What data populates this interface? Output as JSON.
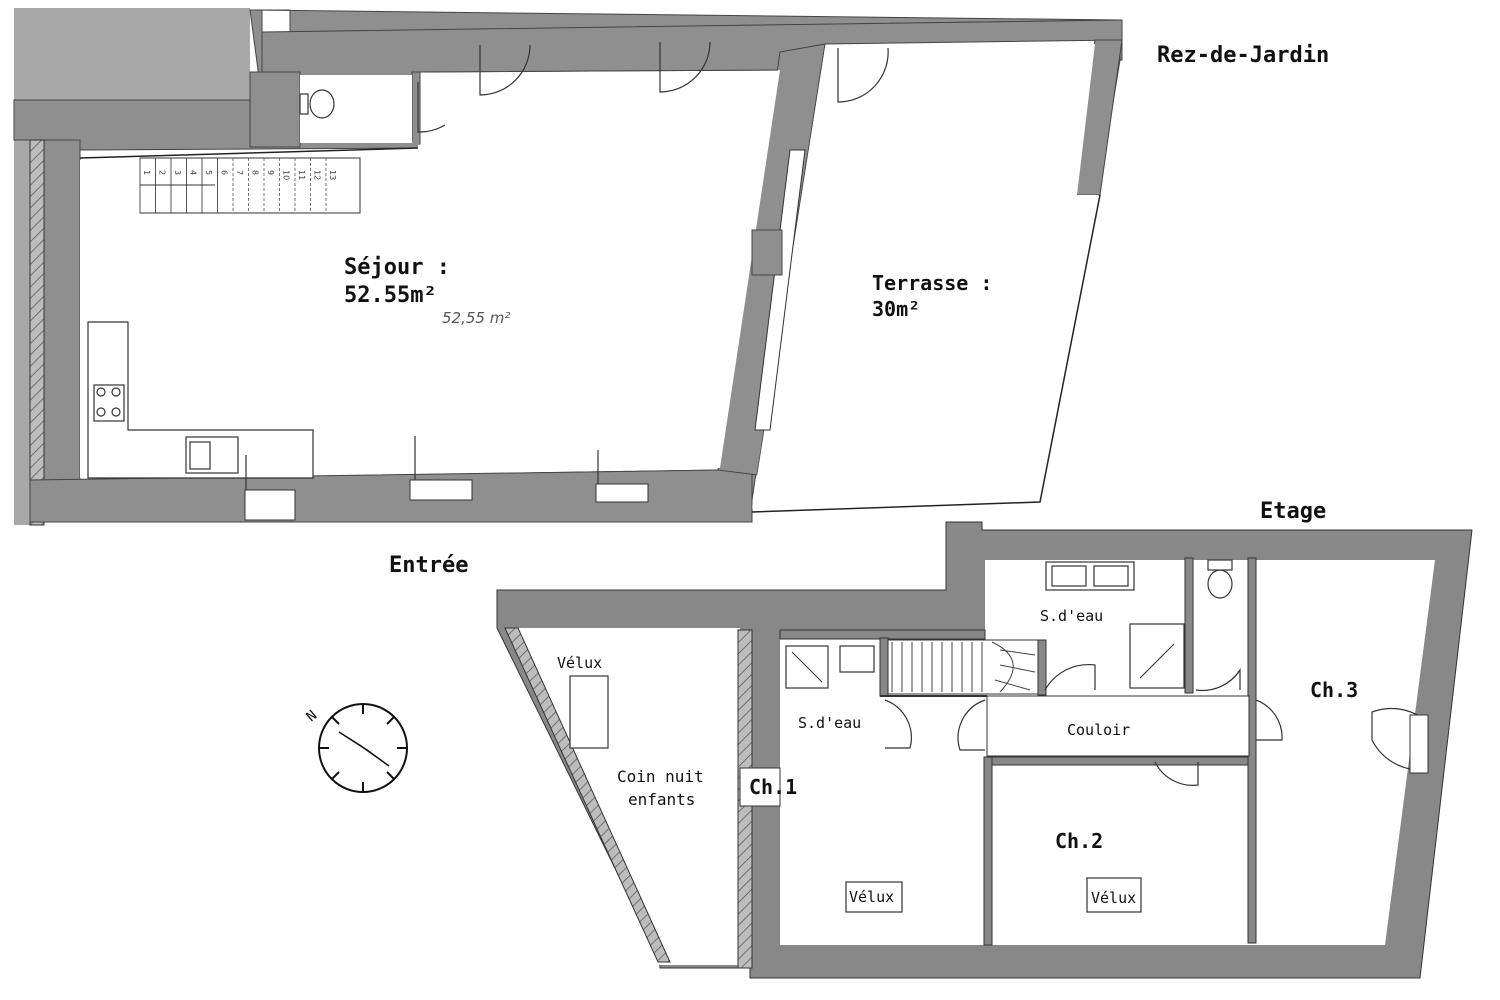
{
  "levels": {
    "garden": {
      "title": "Rez-de-Jardin",
      "sejour_label_line1": "Séjour :",
      "sejour_label_line2": "52.55m²",
      "sejour_note": "52,55 m²",
      "terrasse_label_line1": "Terrasse :",
      "terrasse_label_line2": "30m²",
      "entree_label": "Entrée"
    },
    "upper": {
      "title": "Etage",
      "velux_coin": "Vélux",
      "coin_line1": "Coin nuit",
      "coin_line2": "enfants",
      "sdeau_small": "S.d'eau",
      "sdeau_large": "S.d'eau",
      "couloir": "Couloir",
      "ch1": "Ch.1",
      "ch2": "Ch.2",
      "ch3": "Ch.3",
      "velux_ch1": "Vélux",
      "velux_ch2": "Vélux"
    }
  },
  "stairs": {
    "numbers": [
      "1",
      "2",
      "3",
      "4",
      "5",
      "6",
      "7",
      "8",
      "9",
      "10",
      "11",
      "12",
      "13"
    ]
  },
  "compass": {
    "north_label": "N"
  }
}
